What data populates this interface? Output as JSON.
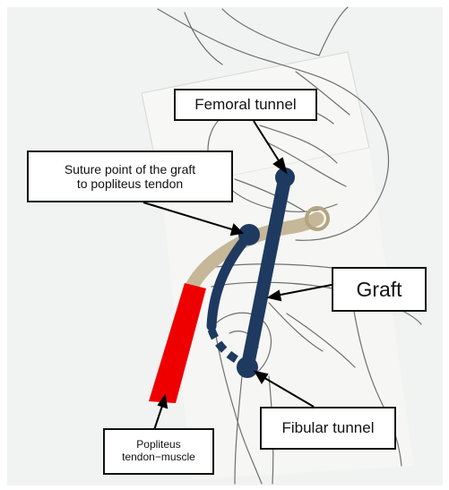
{
  "labels": {
    "femoral_tunnel": "Femoral tunnel",
    "suture_point": "Suture point of the graft\nto popliteus tendon",
    "graft": "Graft",
    "fibular_tunnel": "Fibular tunnel",
    "popliteus": "Popliteus\ntendon−muscle"
  },
  "colors": {
    "graft": "#1f3a60",
    "popliteus_muscle": "#ee0000",
    "popliteus_tendon": "#c5b797",
    "sketch": "#6f6f6f",
    "background_tint": "#f1f3f2"
  }
}
